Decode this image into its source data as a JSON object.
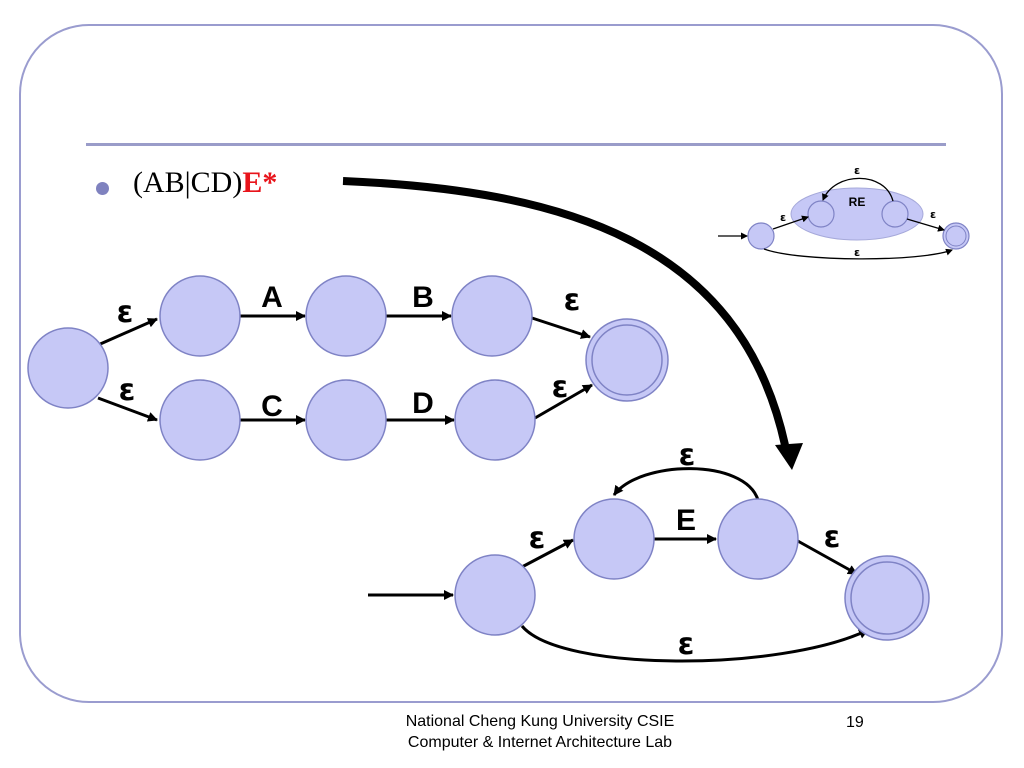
{
  "bullet": {
    "prefix": "(AB|CD)",
    "highlight": "E*"
  },
  "diagram": {
    "epsilon": "ε",
    "labels": {
      "a": "A",
      "b": "B",
      "c": "C",
      "d": "D",
      "e": "E"
    },
    "re_label": "RE"
  },
  "footer": {
    "line1": "National Cheng Kung University CSIE",
    "line2": "Computer & Internet Architecture Lab"
  },
  "page_number": "19",
  "colors": {
    "node_fill": "#c6c8f6",
    "node_stroke": "#7f83c5",
    "accent": "#e8141b",
    "frame": "#9a9ccf"
  }
}
